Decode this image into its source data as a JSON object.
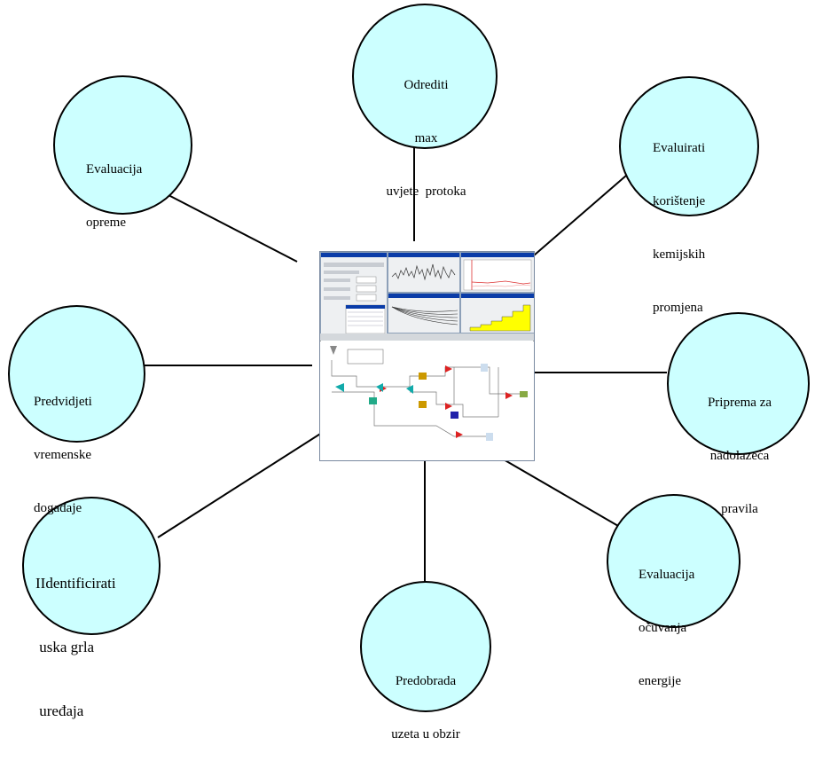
{
  "diagram": {
    "bubbles": [
      {
        "id": "odrediti",
        "lines": [
          "Odrediti",
          "max",
          "uvjete  protoka"
        ]
      },
      {
        "id": "evaluirati",
        "lines": [
          "Evaluirati",
          "korištenje",
          "kemijskih",
          "promjena"
        ]
      },
      {
        "id": "priprema",
        "lines": [
          "Priprema za",
          "nadolazeća",
          "pravila"
        ]
      },
      {
        "id": "ocuvanje",
        "lines": [
          "Evaluacija",
          "očuvanja",
          "energije"
        ]
      },
      {
        "id": "predobrada",
        "lines": [
          "Predobrada",
          "uzeta u obzir"
        ]
      },
      {
        "id": "identificirati",
        "lines": [
          "IIdentificirati",
          " uska grla",
          " uređaja"
        ]
      },
      {
        "id": "predvidjeti",
        "lines": [
          "Predvidjeti",
          "vremenske",
          "događaje"
        ]
      },
      {
        "id": "opreme",
        "lines": [
          "Evaluacija",
          "opreme"
        ]
      }
    ],
    "colors": {
      "bubble_fill": "#ccffff",
      "outline": "#000000",
      "titlebar": "#0a3ca8",
      "bar_fill": "#ffff00"
    }
  }
}
